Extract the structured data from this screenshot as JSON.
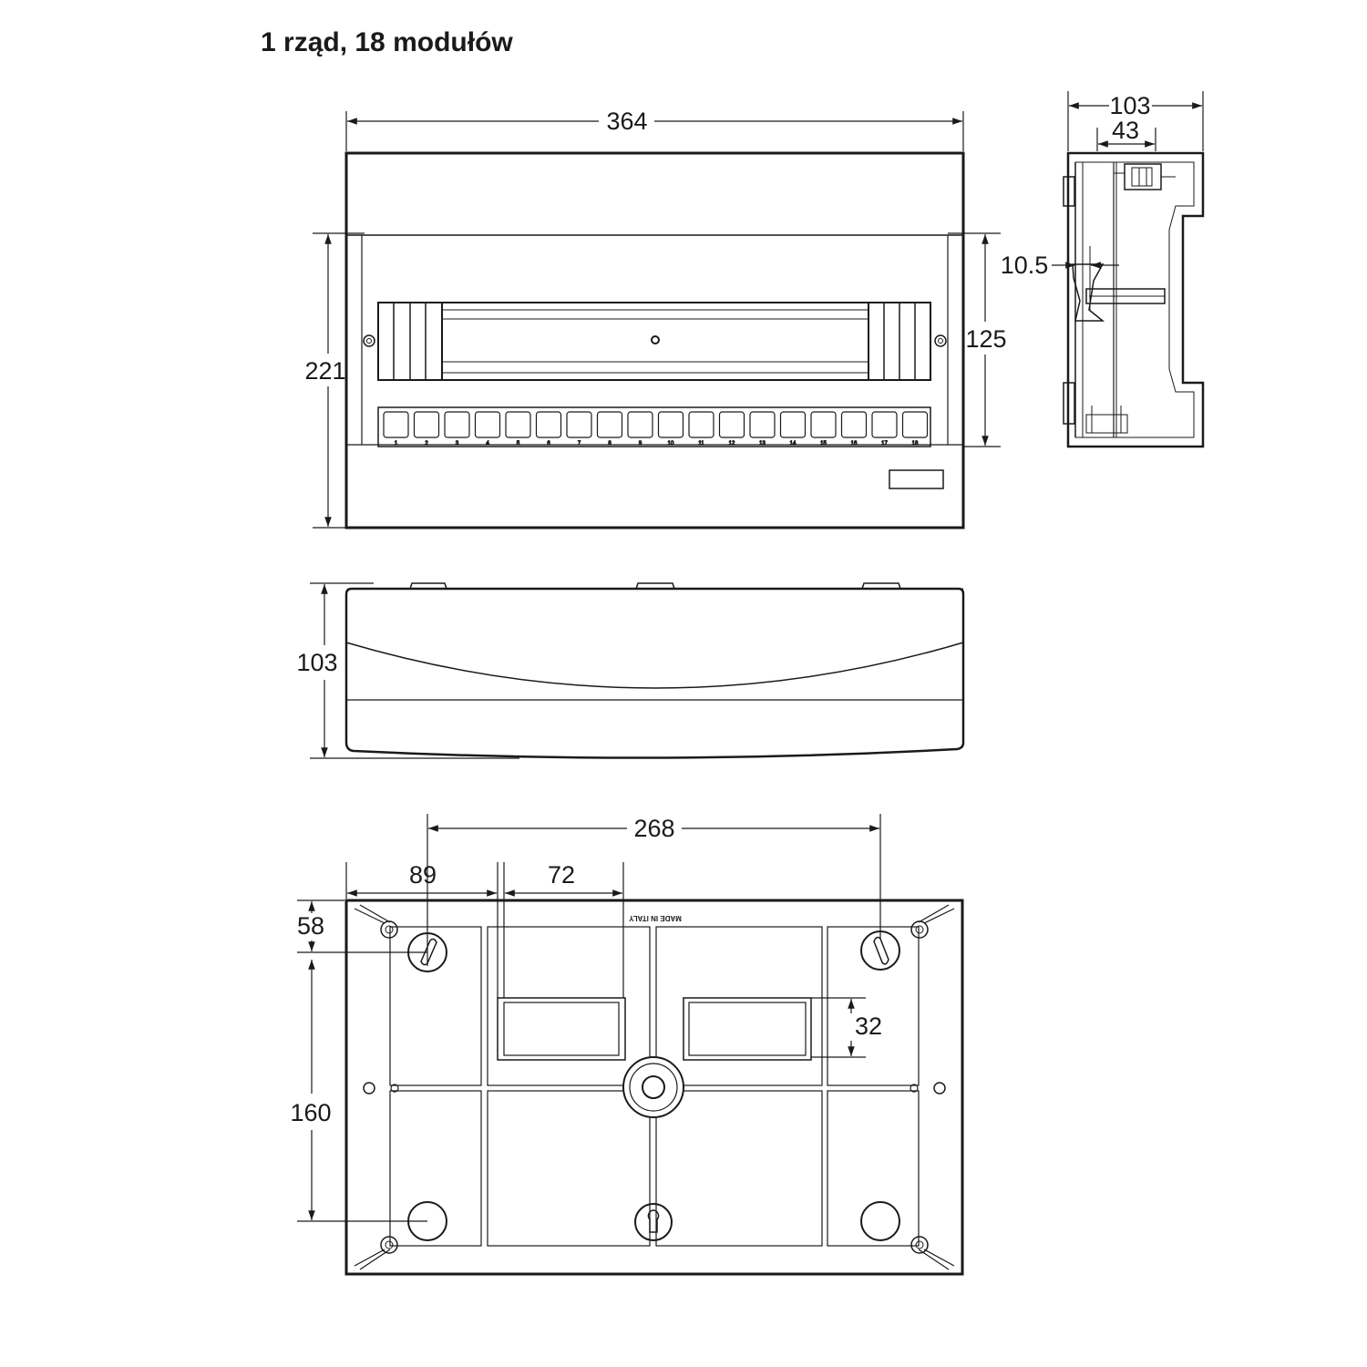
{
  "title": "1 rząd, 18 modułów",
  "dimensions": {
    "front_width": "364",
    "front_height": "221",
    "front_inner_height": "125",
    "side_depth": "103",
    "side_inner_depth": "43",
    "side_rail_offset": "10.5",
    "top_depth": "103",
    "rear_hole_spacing": "268",
    "rear_hole_offset_x": "89",
    "rear_knockout_width": "72",
    "rear_hole_offset_y": "58",
    "rear_hole_spacing_y": "160",
    "rear_knockout_height": "32"
  },
  "module_numbers": [
    "1",
    "2",
    "3",
    "4",
    "5",
    "6",
    "7",
    "8",
    "9",
    "10",
    "11",
    "12",
    "13",
    "14",
    "15",
    "16",
    "17",
    "18"
  ],
  "rear_stamp": "MADE IN ITALY"
}
